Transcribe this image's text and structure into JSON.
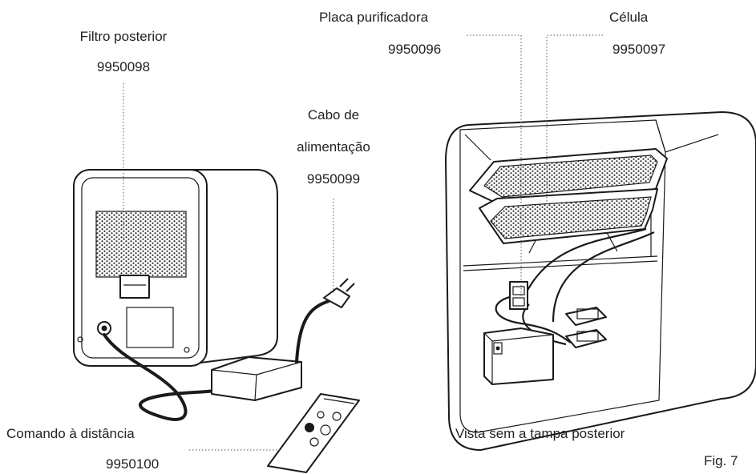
{
  "labels": {
    "rear_filter": {
      "name": "Filtro posterior",
      "code": "9950098"
    },
    "purifier_plate": {
      "name": "Placa purificadora",
      "code": "9950096"
    },
    "cell": {
      "name": "Célula",
      "code": "9950097"
    },
    "power_cable": {
      "name_line1": "Cabo de",
      "name_line2": "alimentação",
      "code": "9950099"
    },
    "remote": {
      "name": "Comando à distância",
      "code": "9950100"
    },
    "view_caption": "Vista sem a tampa posterior",
    "figure": "Fig. 7"
  }
}
